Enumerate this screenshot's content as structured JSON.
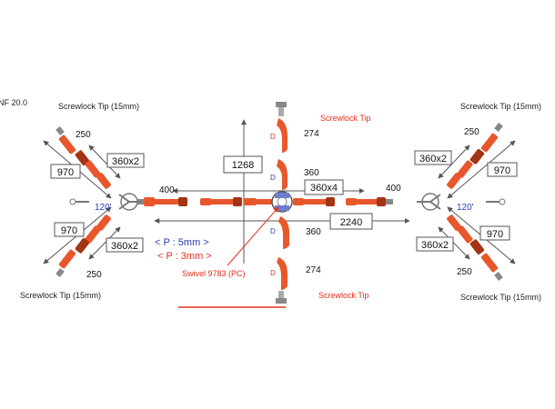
{
  "header": {
    "corner_code": "NF 20.0"
  },
  "labels": {
    "screwlock_tl": "Screwlock Tip (15mm)",
    "screwlock_tr": "Screwlock Tip (15mm)",
    "screwlock_bl": "Screwlock Tip (15mm)",
    "screwlock_br": "Screwlock Tip (15mm)",
    "screwlock_center_top": "Screwlock Tip",
    "screwlock_center_bottom": "Screwlock Tip",
    "swivel": "Swivel 9783 (PC)",
    "pitch_5": "< P : 5mm >",
    "pitch_3": "< P : 3mm >",
    "angle_left": "120'",
    "angle_right": "120'",
    "d1": "D",
    "d2": "D",
    "d3": "D",
    "d4": "D"
  },
  "dimensions": {
    "left_250_top": "250",
    "left_250_bottom": "250",
    "left_970_top": "970",
    "left_970_bottom": "970",
    "left_360x2_top": "360x2",
    "left_360x2_bottom": "360x2",
    "left_400": "400",
    "right_250_top": "250",
    "right_250_bottom": "250",
    "right_970_top": "970",
    "right_970_bottom": "970",
    "right_360x2_top": "360x2",
    "right_360x2_bottom": "360x2",
    "right_400": "400",
    "center_1268": "1268",
    "center_360x4": "360x4",
    "center_2240": "2240",
    "center_274_top": "274",
    "center_360_top": "360",
    "center_360_bottom": "360",
    "center_274_bottom": "274"
  },
  "colors": {
    "segment": "#e8572c",
    "segment_dark": "#a33414",
    "accent_red": "#e0301e",
    "accent_blue": "#2a3fb0",
    "line": "#555555"
  }
}
